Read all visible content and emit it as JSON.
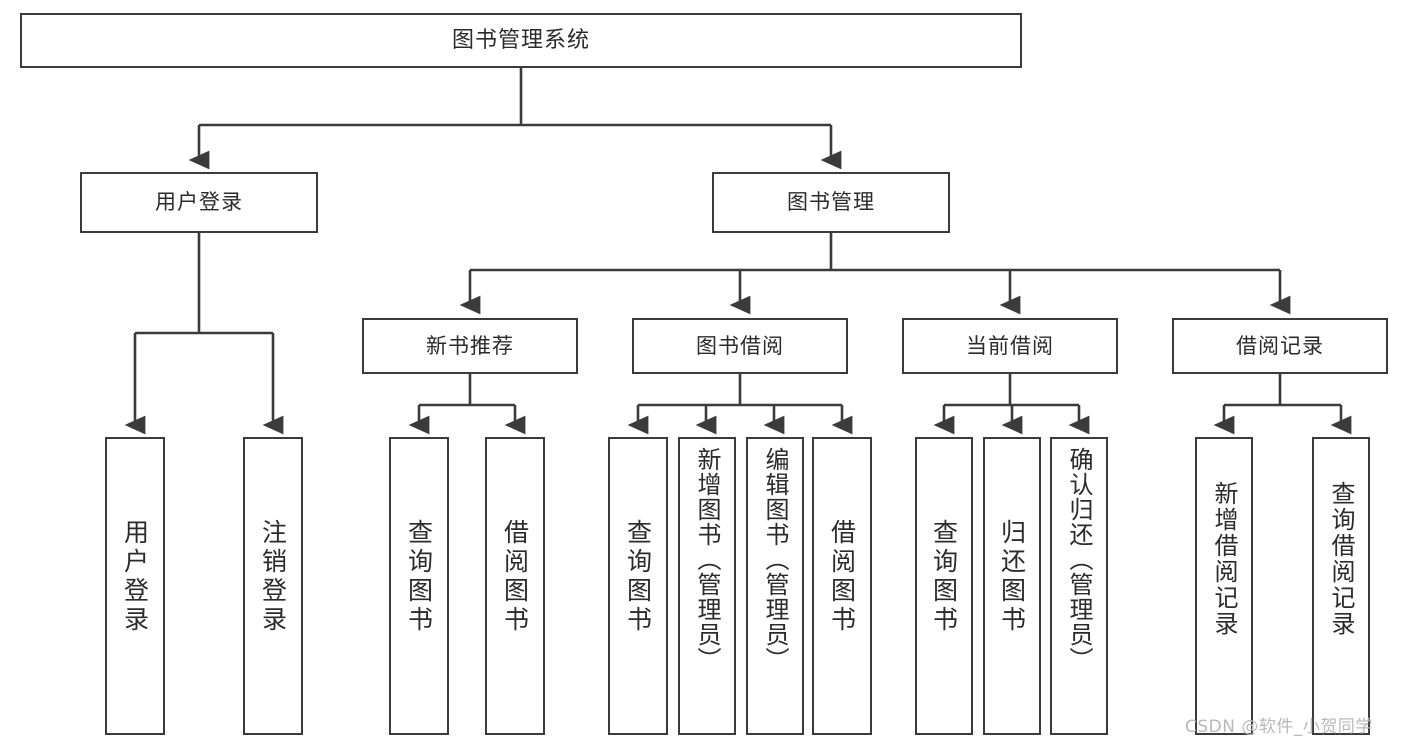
{
  "diagram": {
    "type": "tree-hierarchy",
    "title": "图书管理系统",
    "orientation": "top-down",
    "colors": {
      "box_border": "#3b3b3b",
      "box_fill": "#ffffff",
      "text": "#2b2b2b",
      "edge": "#3b3b3b",
      "watermark": "#b9b9b9",
      "background": "#ffffff"
    }
  },
  "watermark": {
    "text": "CSDN @软件_小贺同学"
  },
  "nodes": {
    "root": {
      "label": "图书管理系统"
    },
    "level1": [
      {
        "id": "user-login",
        "label": "用户登录"
      },
      {
        "id": "book-management",
        "label": "图书管理"
      }
    ],
    "level2": [
      {
        "id": "new-book-recommend",
        "label": "新书推荐",
        "parent": "book-management"
      },
      {
        "id": "book-borrow",
        "label": "图书借阅",
        "parent": "book-management"
      },
      {
        "id": "current-borrow",
        "label": "当前借阅",
        "parent": "book-management"
      },
      {
        "id": "borrow-record",
        "label": "借阅记录",
        "parent": "book-management"
      }
    ],
    "leaves": [
      {
        "id": "leaf-user-login",
        "label": "用户登录",
        "parent": "user-login"
      },
      {
        "id": "leaf-logout-login",
        "label": "注销登录",
        "parent": "user-login"
      },
      {
        "id": "leaf-query-book-1",
        "label": "查询图书",
        "parent": "new-book-recommend"
      },
      {
        "id": "leaf-borrow-book-1",
        "label": "借阅图书",
        "parent": "new-book-recommend"
      },
      {
        "id": "leaf-query-book-2",
        "label": "查询图书",
        "parent": "book-borrow"
      },
      {
        "id": "leaf-add-book-admin",
        "label": "新增图书（管理员）",
        "parent": "book-borrow"
      },
      {
        "id": "leaf-edit-book-admin",
        "label": "编辑图书（管理员）",
        "parent": "book-borrow"
      },
      {
        "id": "leaf-borrow-book-2",
        "label": "借阅图书",
        "parent": "book-borrow"
      },
      {
        "id": "leaf-query-book-3",
        "label": "查询图书",
        "parent": "current-borrow"
      },
      {
        "id": "leaf-return-book",
        "label": "归还图书",
        "parent": "current-borrow"
      },
      {
        "id": "leaf-confirm-return-admin",
        "label": "确认归还（管理员）",
        "parent": "current-borrow"
      },
      {
        "id": "leaf-add-borrow-record",
        "label": "新增借阅记录",
        "parent": "borrow-record"
      },
      {
        "id": "leaf-query-borrow-record",
        "label": "查询借阅记录",
        "parent": "borrow-record"
      }
    ]
  }
}
